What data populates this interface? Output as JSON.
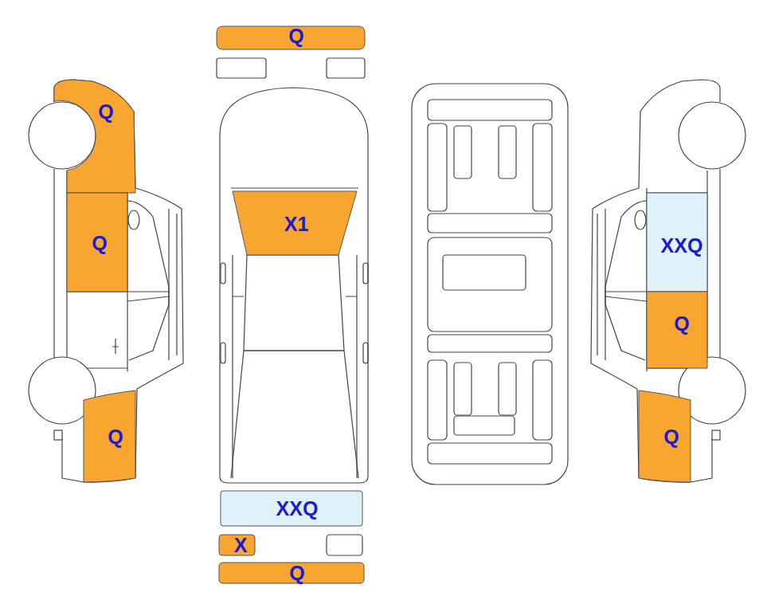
{
  "diagram": {
    "nodes": [
      {
        "text": [
          "Q"
        ]
      },
      {
        "text": [
          "Q"
        ]
      },
      {
        "text": [
          "X1"
        ]
      },
      {
        "text": [
          "Q"
        ]
      },
      {
        "text": [
          "XXQ"
        ]
      },
      {
        "text": [
          "Q"
        ]
      },
      {
        "text": [
          "Q"
        ]
      },
      {
        "text": [
          "Q"
        ]
      },
      {
        "text": [
          "XXQ"
        ]
      },
      {
        "text": [
          "X"
        ]
      },
      {
        "text": [
          "Q"
        ]
      }
    ]
  }
}
